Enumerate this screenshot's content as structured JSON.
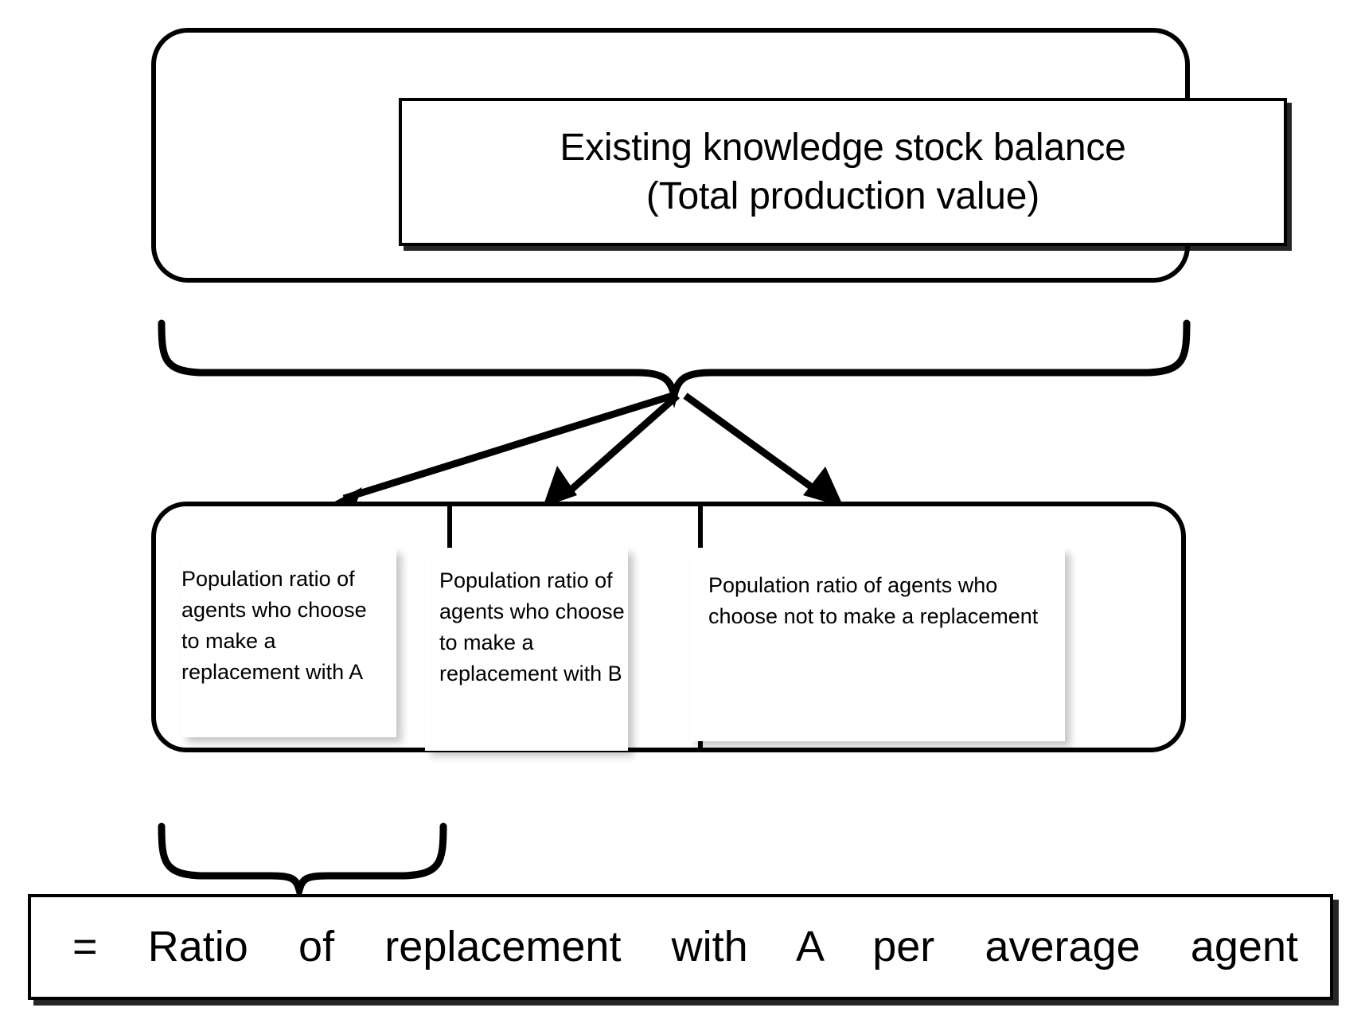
{
  "diagram": {
    "title_line_1": "Existing knowledge stock balance",
    "title_line_2": "(Total production value)",
    "top_box_text": "Existing knowledge stock balance\n(Total production value)",
    "categories": [
      {
        "id": "replacement-with-a",
        "label": "Population ratio of agents who choose to make a replacement with A"
      },
      {
        "id": "replacement-with-b",
        "label": "Population ratio of agents who choose to make a replacement with B"
      },
      {
        "id": "no-replacement",
        "label": "Population ratio of agents who choose not to make a replacement"
      }
    ],
    "result_text": "= Ratio of replacement with A per average agent",
    "colors": {
      "stroke": "#000000",
      "fill": "#ffffff",
      "shadow": "rgba(0,0,0,0.22)"
    },
    "connectors": {
      "upper_brace": "brace-down-three-arrows",
      "lower_brace": "brace-down-to-result",
      "arrow_1": "arrow-to-replacement-with-a",
      "arrow_2": "arrow-to-replacement-with-b",
      "arrow_3": "arrow-to-no-replacement"
    }
  }
}
